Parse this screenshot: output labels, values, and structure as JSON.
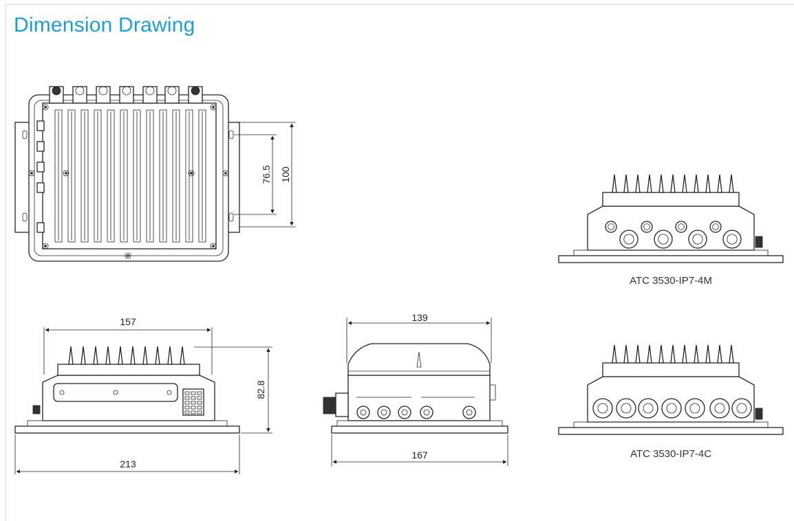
{
  "page": {
    "title": "Dimension Drawing"
  },
  "dimensions": {
    "hole_spacing": "76.5",
    "bracket_height": "100",
    "body_length": "157",
    "base_length": "213",
    "height": "82.8",
    "top_width": "139",
    "base_width": "167"
  },
  "captions": {
    "variant_4m": "ATC 3530-IP7-4M",
    "variant_4c": "ATC 3530-IP7-4C"
  },
  "colors": {
    "title": "#1a9fd9",
    "line": "#222222"
  }
}
